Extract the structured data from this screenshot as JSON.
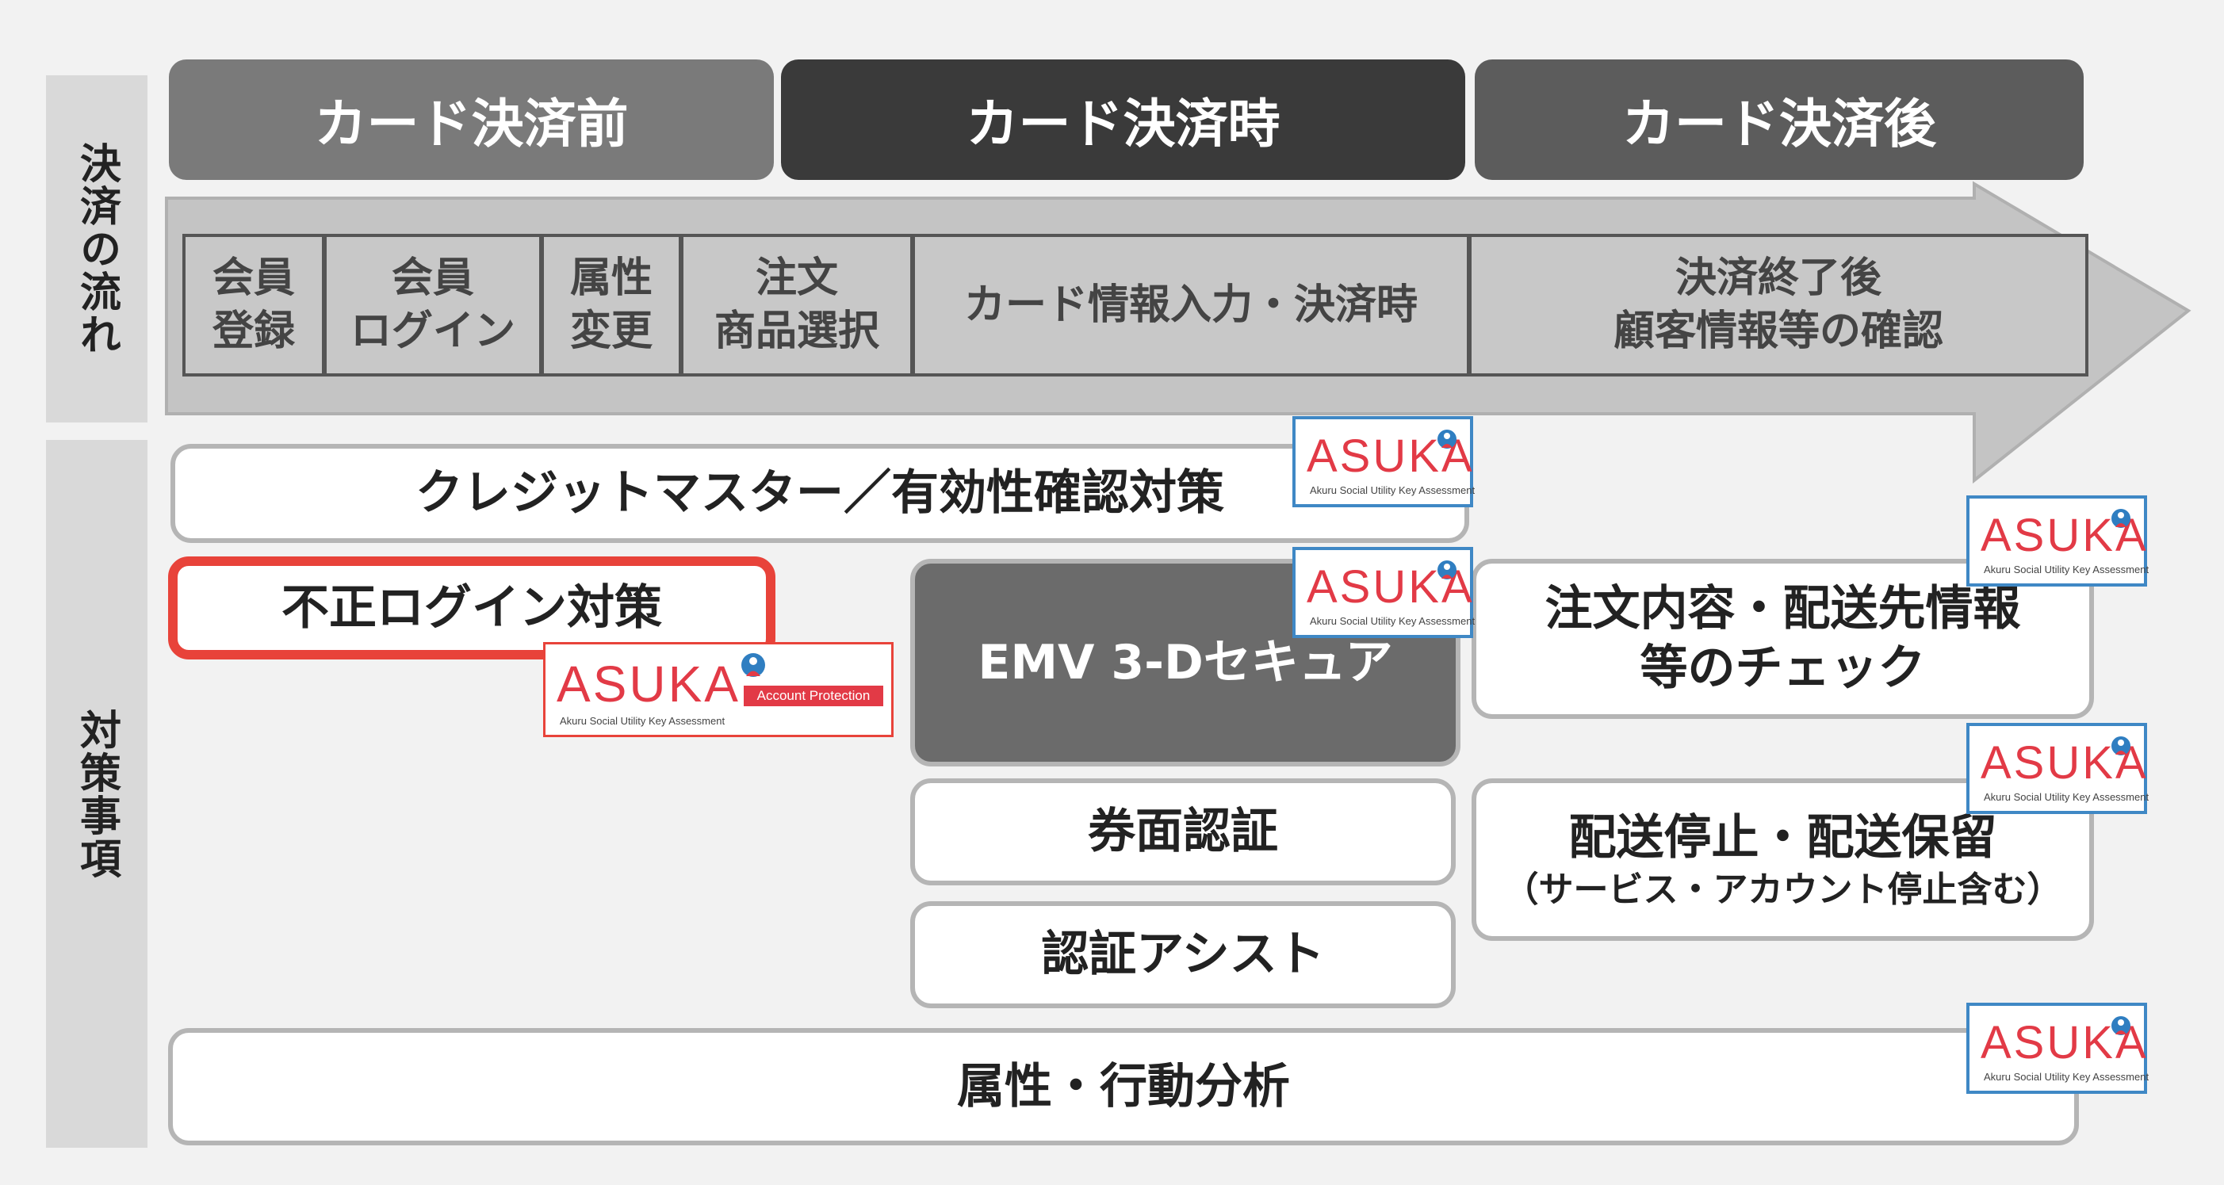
{
  "side_labels": {
    "flow": "決済の流れ",
    "measures": "対策事項"
  },
  "phases": [
    {
      "label": "カード決済前",
      "color": "#7a7a7a"
    },
    {
      "label": "カード決済時",
      "color": "#3a3a3a"
    },
    {
      "label": "カード決済後",
      "color": "#5c5c5c"
    }
  ],
  "steps": [
    "会員\n登録",
    "会員\nログイン",
    "属性\n変更",
    "注文\n商品選択",
    "カード情報入力・決済時",
    "決済終了後\n顧客情報等の確認"
  ],
  "measures": {
    "credit_master": "クレジットマスター／有効性確認対策",
    "unauthorized_login": "不正ログイン対策",
    "emv_3ds": "EMV 3-Dセキュア",
    "card_face_auth": "券面認証",
    "auth_assist": "認証アシスト",
    "order_check": "注文内容・配送先情報\n等のチェック",
    "shipping_stop": "配送停止・配送保留",
    "shipping_stop_note": "（サービス・アカウント停止含む）",
    "attribute_analysis": "属性・行動分析"
  },
  "asuka": {
    "wordmark": "ASUKA",
    "tagline": "Akuru Social Utility Key Assessment",
    "account_protection": "Account Protection"
  },
  "colors": {
    "highlight_border": "#e8433a",
    "asuka_red": "#e23a46",
    "asuka_blue_border": "#3f88c5",
    "emv_box": "#6b6b6b"
  }
}
